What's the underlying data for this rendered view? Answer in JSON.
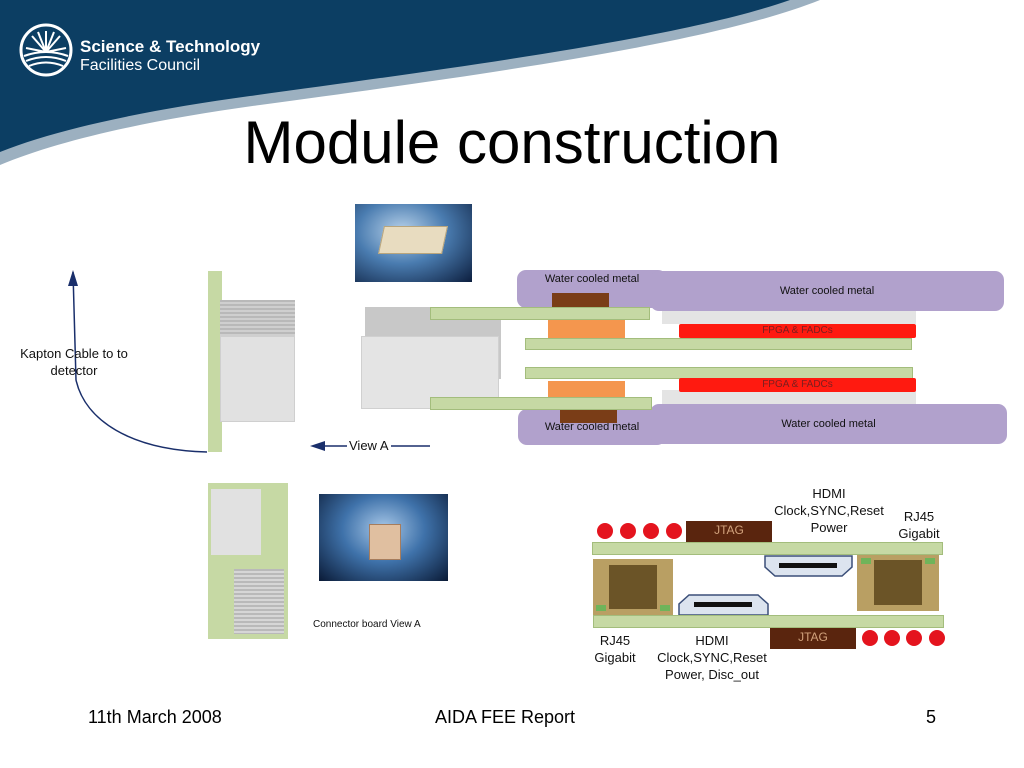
{
  "header": {
    "org_line1": "Science & Technology",
    "org_line2": "Facilities Council",
    "title": "Module construction",
    "colors": {
      "band": "#0c3e63",
      "accent": "#9cb0c0"
    }
  },
  "labels": {
    "kapton": "Kapton Cable to to detector",
    "view_a": "View A",
    "connector_board": "Connector board View A",
    "water_left_top": "Water cooled metal",
    "water_right_top": "Water cooled metal",
    "water_left_bottom": "Water cooled metal",
    "water_right_bottom": "Water cooled metal",
    "fpga_top": "FPGA & FADCs",
    "fpga_bottom": "FPGA & FADCs"
  },
  "board": {
    "jtag_top": "JTAG",
    "jtag_bottom": "JTAG",
    "hdmi_top": "HDMI Clock,SYNC,Reset Power",
    "rj45_top": "RJ45 Gigabit",
    "rj45_bottom": "RJ45 Gigabit",
    "hdmi_bottom": "HDMI Clock,SYNC,Reset Power, Disc_out"
  },
  "footer": {
    "date": "11th March 2008",
    "report": "AIDA FEE Report",
    "page": "5"
  }
}
